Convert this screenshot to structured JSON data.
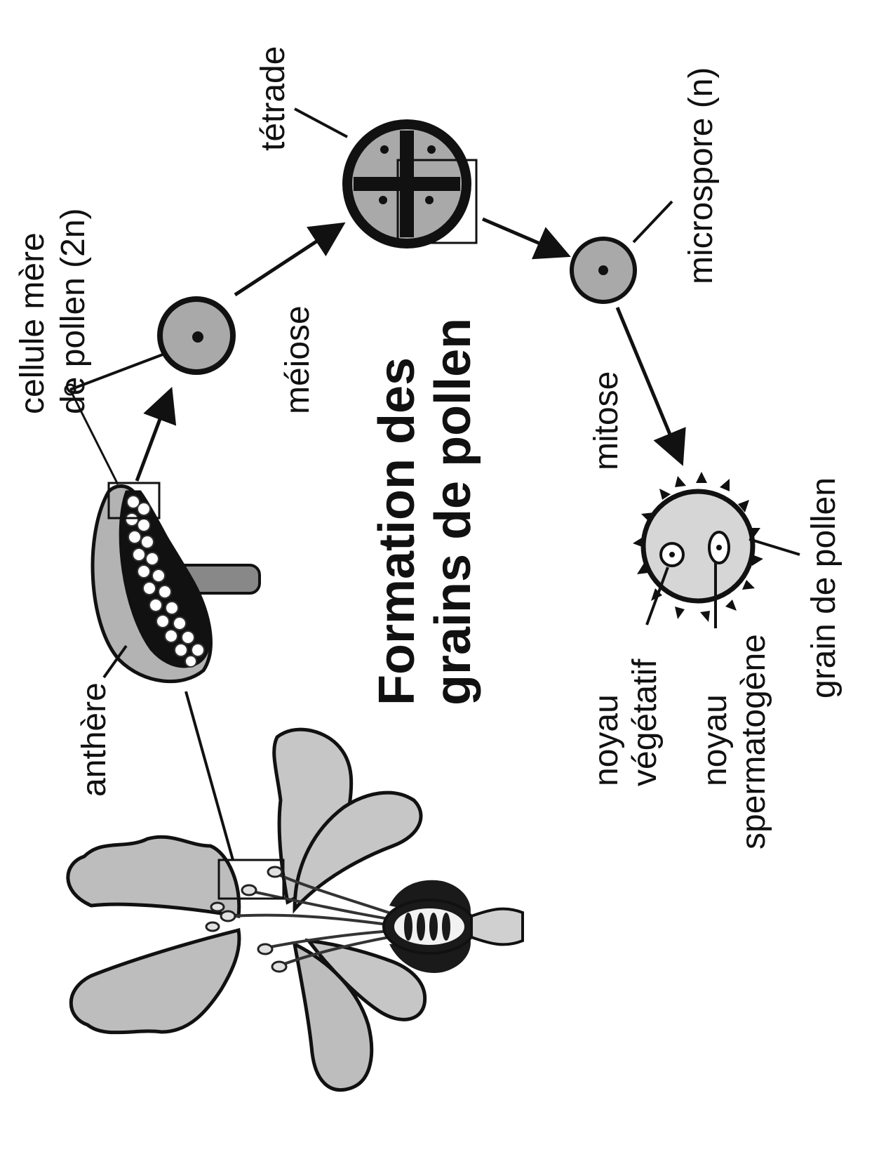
{
  "title": {
    "line1": "Formation des",
    "line2": "grains de pollen"
  },
  "labels": {
    "anthere": "anthère",
    "cellule_mere_line1": "cellule mère",
    "cellule_mere_line2": "de pollen (2n)",
    "meiose": "méiose",
    "tetrade": "tétrade",
    "microspore": "microspore (n)",
    "mitose": "mitose",
    "grain_de_pollen": "grain de pollen",
    "noyau_vegetatif_line1": "noyau",
    "noyau_vegetatif_line2": "végétatif",
    "noyau_spermatogene_line1": "noyau",
    "noyau_spermatogene_line2": "spermatogène"
  },
  "colors": {
    "petal": "#bdbdbd",
    "cell_fill": "#a9a9a9",
    "grain_fill": "#d6d6d6",
    "ink": "#111111",
    "dark": "#1a1a1a"
  }
}
